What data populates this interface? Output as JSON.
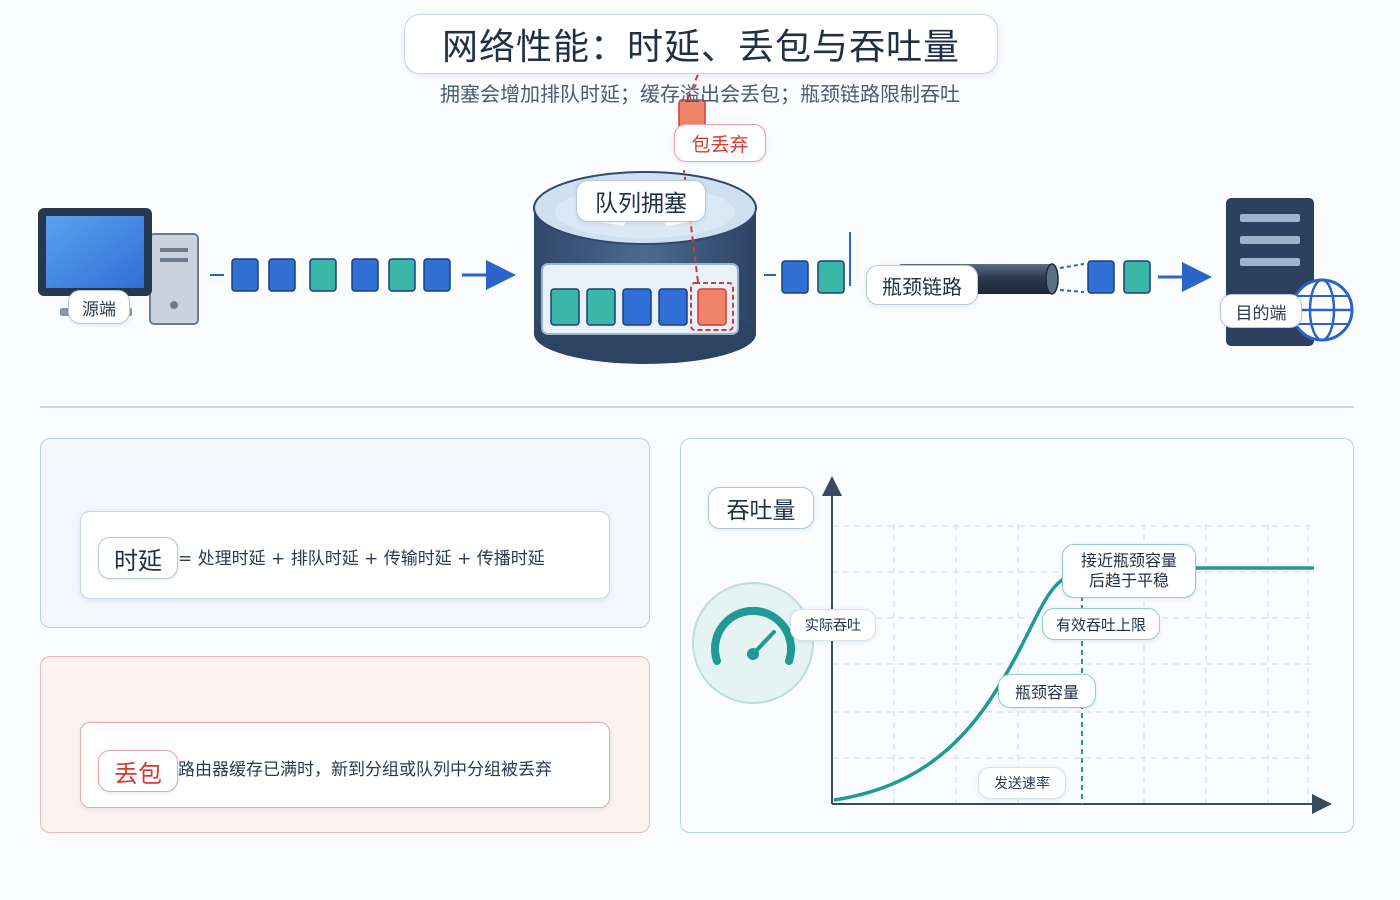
{
  "title": "网络性能：时延、丢包与吞吐量",
  "subtitle": "拥塞会增加排队时延；缓存溢出会丢包；瓶颈链路限制吞吐",
  "labels": {
    "source": "源端",
    "queue": "队列拥塞",
    "drop": "包丢弃",
    "bottleneck": "瓶颈链路",
    "destination": "目的端"
  },
  "latency": {
    "label": "时延",
    "formula": "= 处理时延 + 排队时延 + 传输时延 + 传播时延"
  },
  "loss": {
    "label": "丢包",
    "description": "路由器缓存已满时，新到分组或队列中分组被丢弃"
  },
  "throughput": {
    "label": "吞吐量",
    "gauge_label": "实际吞吐",
    "plateau_label_line1": "接近瓶颈容量",
    "plateau_label_line2": "后趋于平稳",
    "upper_limit_label": "有效吞吐上限",
    "capacity_label": "瓶颈容量",
    "x_label": "发送速率"
  },
  "colors": {
    "packet_blue": "#2f6fd6",
    "packet_teal": "#3bb7a9",
    "packet_dropped": "#f08468",
    "arrow": "#2b63c8",
    "curve": "#1f9a96",
    "drop_red": "#d23b36"
  },
  "icons": [
    "computer-icon",
    "router-icon",
    "server-icon",
    "globe-icon",
    "clock-icon",
    "error-icon",
    "gauge-icon"
  ]
}
